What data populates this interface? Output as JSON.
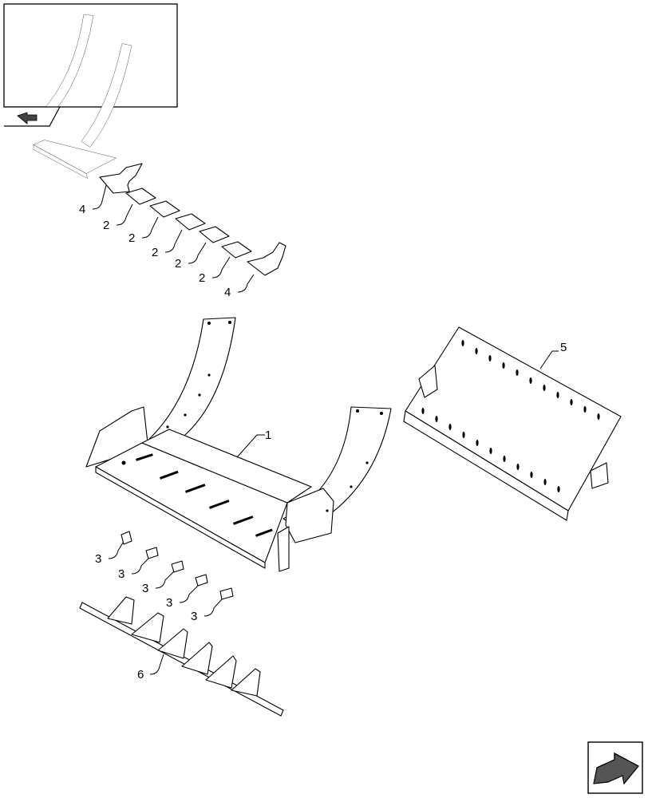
{
  "callouts": [
    {
      "id": "c1",
      "text": "1"
    },
    {
      "id": "c2a",
      "text": "2"
    },
    {
      "id": "c2b",
      "text": "2"
    },
    {
      "id": "c2c",
      "text": "2"
    },
    {
      "id": "c2d",
      "text": "2"
    },
    {
      "id": "c2e",
      "text": "2"
    },
    {
      "id": "c3a",
      "text": "3"
    },
    {
      "id": "c3b",
      "text": "3"
    },
    {
      "id": "c3c",
      "text": "3"
    },
    {
      "id": "c3d",
      "text": "3"
    },
    {
      "id": "c3e",
      "text": "3"
    },
    {
      "id": "c4a",
      "text": "4"
    },
    {
      "id": "c4b",
      "text": "4"
    },
    {
      "id": "c5",
      "text": "5"
    },
    {
      "id": "c6",
      "text": "6"
    }
  ],
  "icons": {
    "thumbnail_nav": "thumbnail-arrow-icon",
    "next_page": "next-page-arrow-icon"
  }
}
